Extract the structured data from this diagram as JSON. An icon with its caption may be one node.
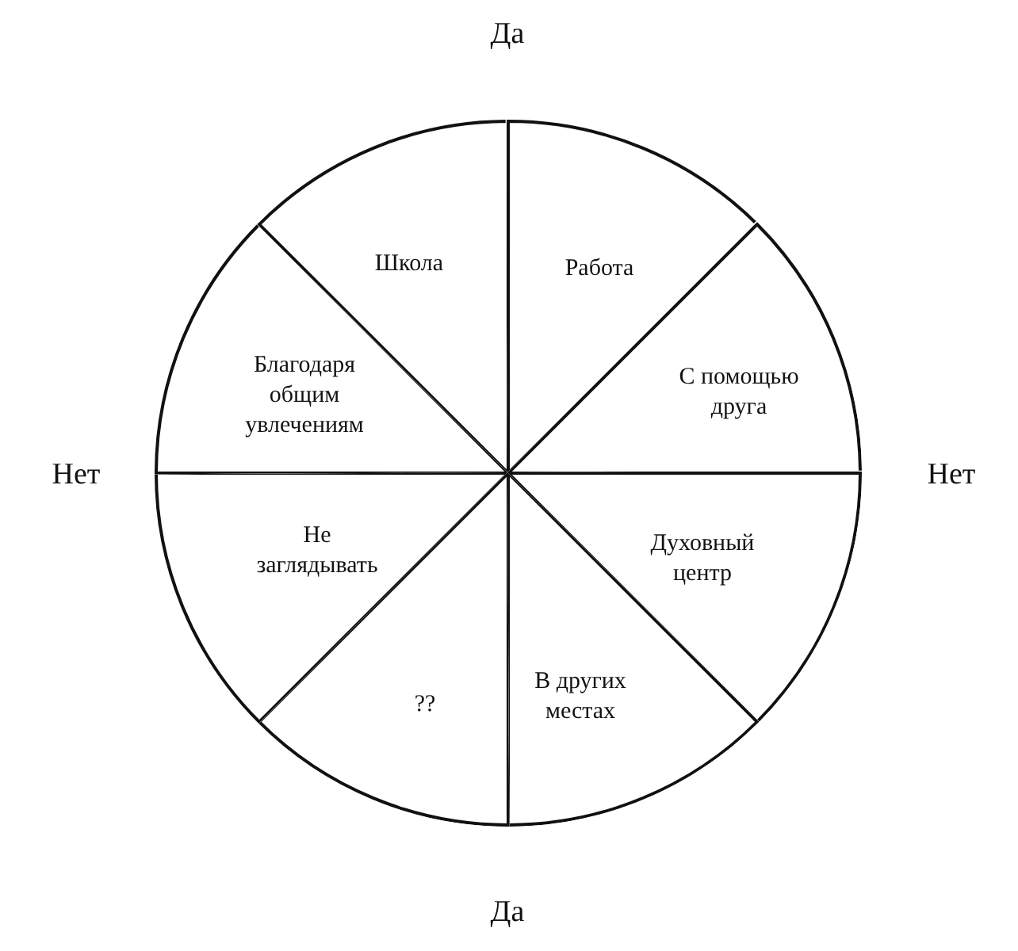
{
  "diagram": {
    "nodes": [
      {
        "text": [
          "Школа"
        ]
      },
      {
        "text": [
          "Работа"
        ]
      },
      {
        "text": [
          "Благодаря общим увлечениям"
        ]
      },
      {
        "text": [
          "С помощью друга"
        ]
      },
      {
        "text": [
          "Не заглядывать"
        ]
      },
      {
        "text": [
          "Духовный центр"
        ]
      },
      {
        "text": [
          "??"
        ]
      },
      {
        "text": [
          "В других местах"
        ]
      }
    ],
    "edges": [],
    "labels": [
      "Да",
      "Нет",
      "Нет",
      "Да"
    ]
  }
}
